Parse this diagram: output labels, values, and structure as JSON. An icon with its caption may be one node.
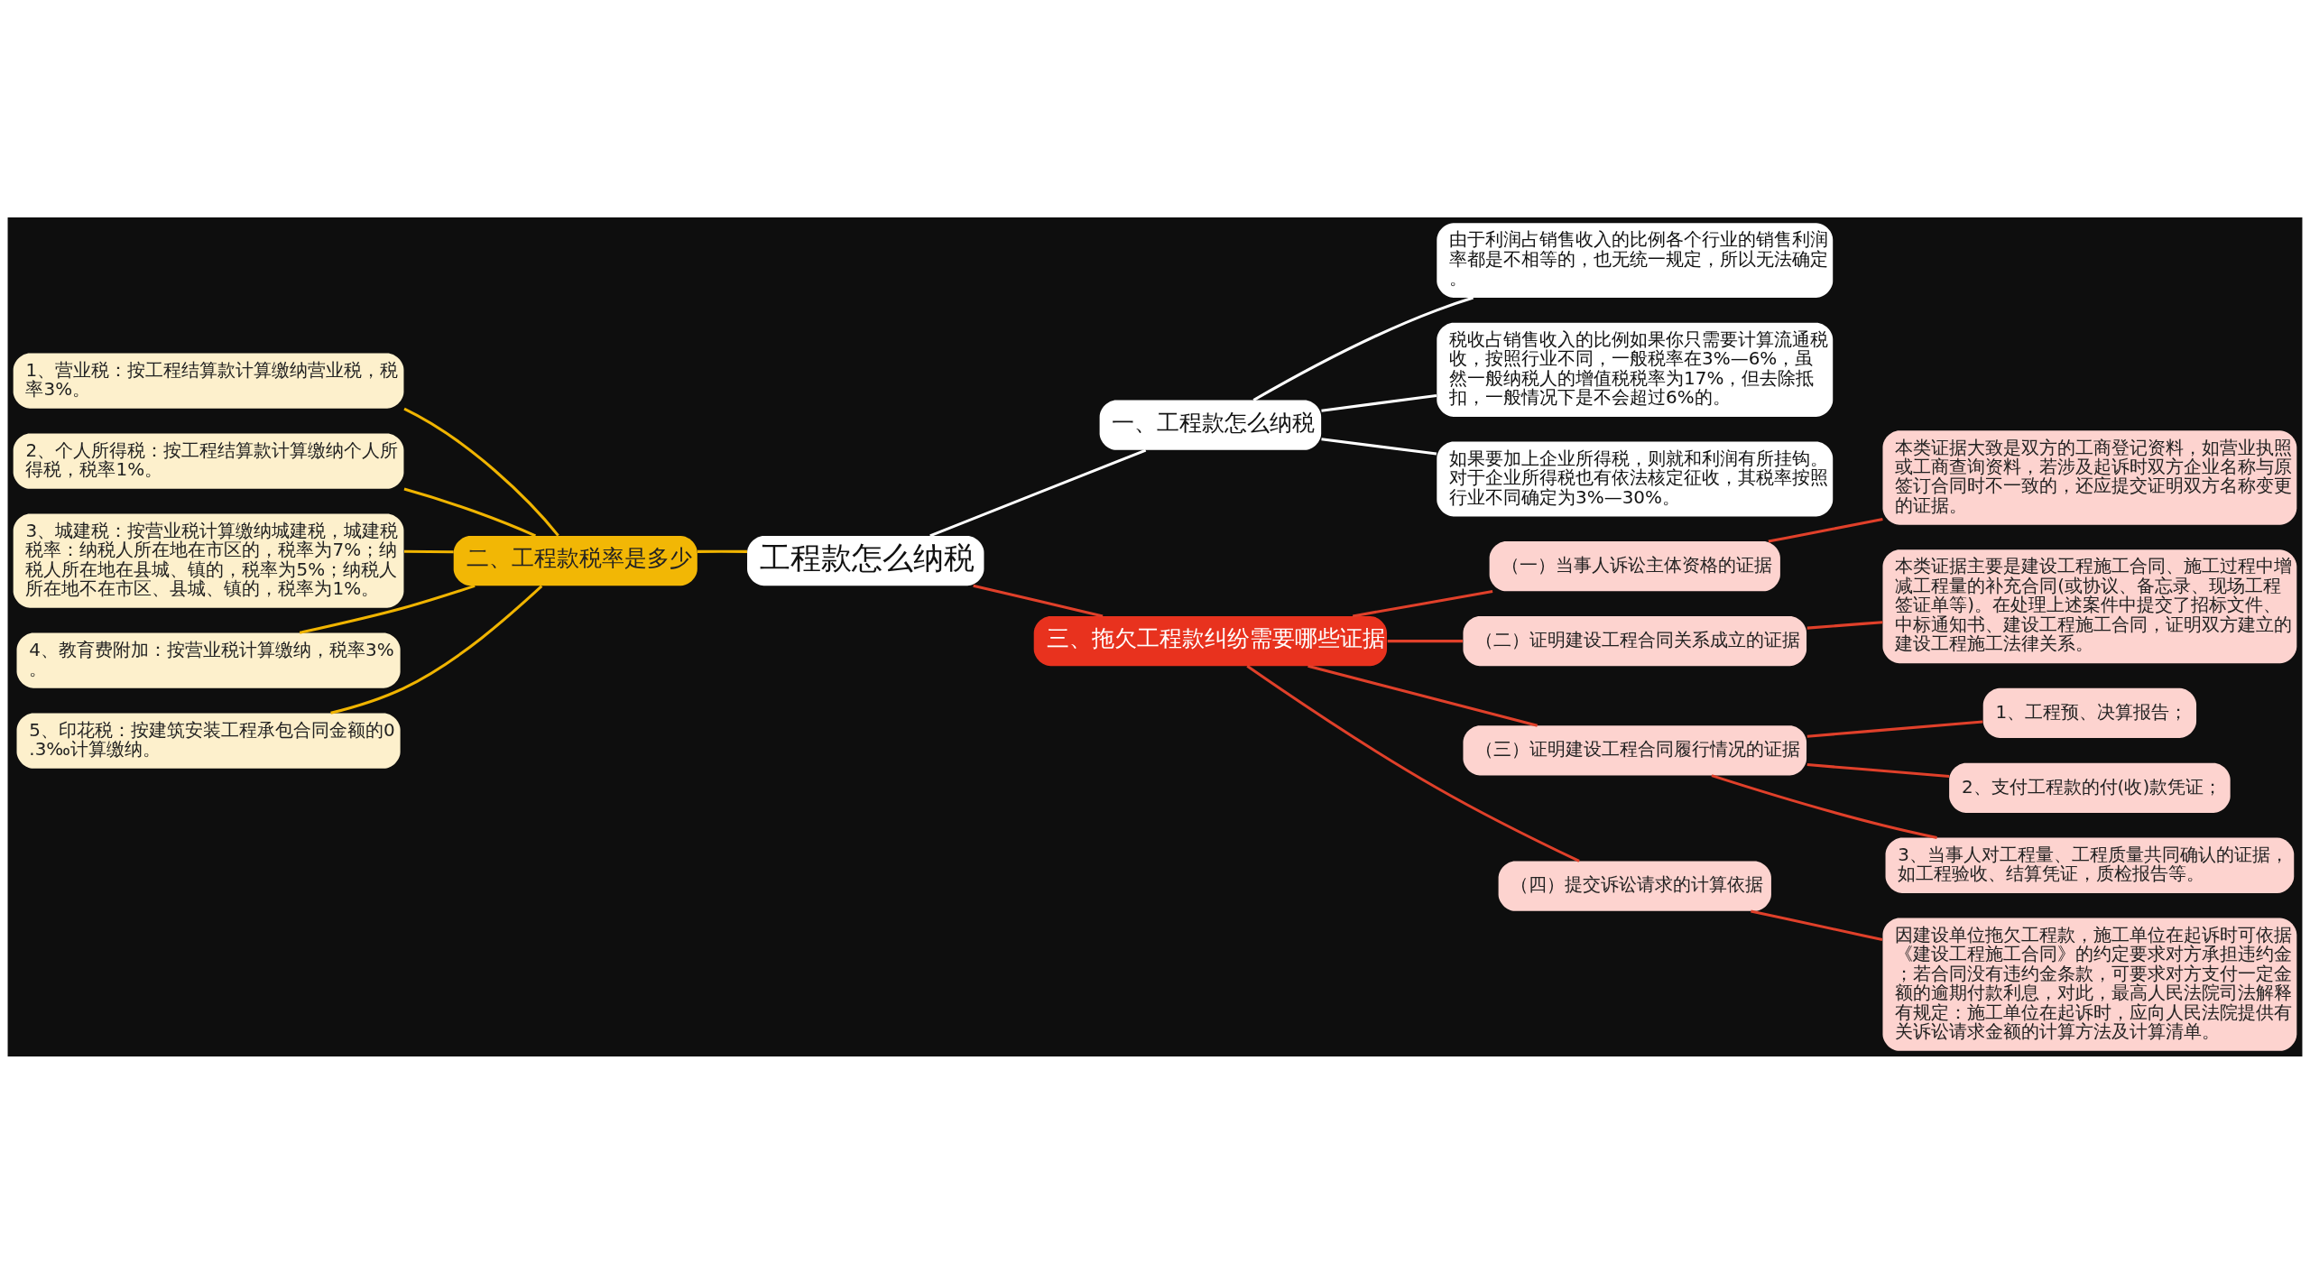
{
  "diagram": {
    "nodes": [
      {
        "text": [
          "工程款怎么纳税"
        ]
      },
      {
        "text": [
          "一、工程款怎么纳税"
        ]
      },
      {
        "text": [
          "由于利润占销售收入的比例各个行业的销售利润率都是不相等的，也无统一规定，所以无法确定。"
        ]
      },
      {
        "text": [
          "税收占销售收入的比例如果你只需要计算流通税收，按照行业不同，一般税率在3%—6%，虽然一般纳税人的增值税税率为17%，但去除抵扣，一般情况下是不会超过6%的。"
        ]
      },
      {
        "text": [
          "如果要加上企业所得税，则就和利润有所挂钩。对于企业所得税也有依法核定征收，其税率按照行业不同确定为3%—30%。"
        ]
      },
      {
        "text": [
          "二、工程款税率是多少"
        ]
      },
      {
        "text": [
          "1、营业税：按工程结算款计算缴纳营业税，税率3%。"
        ]
      },
      {
        "text": [
          "2、个人所得税：按工程结算款计算缴纳个人所得税，税率1%。"
        ]
      },
      {
        "text": [
          "3、城建税：按营业税计算缴纳城建税，城建税税率：纳税人所在地在市区的，税率为7%；纳税人所在地在县城、镇的，税率为5%；纳税人所在地不在市区、县城、镇的，税率为1%。"
        ]
      },
      {
        "text": [
          "4、教育费附加：按营业税计算缴纳，税率3%。"
        ]
      },
      {
        "text": [
          "5、印花税：按建筑安装工程承包合同金额的0.3‰计算缴纳。"
        ]
      },
      {
        "text": [
          "三、拖欠工程款纠纷需要哪些证据"
        ]
      },
      {
        "text": [
          "（一）当事人诉讼主体资格的证据"
        ]
      },
      {
        "text": [
          "本类证据大致是双方的工商登记资料，如营业执照或工商查询资料，若涉及起诉时双方企业名称与原签订合同时不一致的，还应提交证明双方名称变更的证据。"
        ]
      },
      {
        "text": [
          "（二）证明建设工程合同关系成立的证据"
        ]
      },
      {
        "text": [
          "本类证据主要是建设工程施工合同、施工过程中增减工程量的补充合同(或协议、备忘录、现场工程签证单等)。在处理上述案件中提交了招标文件、中标通知书、建设工程施工合同，证明双方建立的建设工程施工法律关系。"
        ]
      },
      {
        "text": [
          "（三）证明建设工程合同履行情况的证据"
        ]
      },
      {
        "text": [
          "1、工程预、决算报告；"
        ]
      },
      {
        "text": [
          "2、支付工程款的付(收)款凭证；"
        ]
      },
      {
        "text": [
          "3、当事人对工程量、工程质量共同确认的证据，如工程验收、结算凭证，质检报告等。"
        ]
      },
      {
        "text": [
          "（四）提交诉讼请求的计算依据"
        ]
      },
      {
        "text": [
          "因建设单位拖欠工程款，施工单位在起诉时可依据《建设工程施工合同》的约定要求对方承担违约金；若合同没有违约金条款，可要求对方支付一定金额的逾期付款利息，对此，最高人民法院司法解释有规定：施工单位在起诉时，应向人民法院提供有关诉讼请求金额的计算方法及计算清单。"
        ]
      }
    ],
    "edges": [
      {
        "from": 0,
        "to": 1,
        "arrow": "none",
        "color": "#ffffff"
      },
      {
        "from": 1,
        "to": 2,
        "arrow": "none",
        "color": "#ffffff"
      },
      {
        "from": 1,
        "to": 3,
        "arrow": "none",
        "color": "#ffffff"
      },
      {
        "from": 1,
        "to": 4,
        "arrow": "none",
        "color": "#ffffff"
      },
      {
        "from": 0,
        "to": 5,
        "arrow": "none",
        "color": "#f0b400"
      },
      {
        "from": 5,
        "to": 6,
        "arrow": "none",
        "color": "#f0b400"
      },
      {
        "from": 5,
        "to": 7,
        "arrow": "none",
        "color": "#f0b400"
      },
      {
        "from": 5,
        "to": 8,
        "arrow": "none",
        "color": "#f0b400"
      },
      {
        "from": 5,
        "to": 9,
        "arrow": "none",
        "color": "#f0b400"
      },
      {
        "from": 5,
        "to": 10,
        "arrow": "none",
        "color": "#f0b400"
      },
      {
        "from": 0,
        "to": 11,
        "arrow": "none"
      },
      {
        "from": 11,
        "to": 12,
        "arrow": "none"
      },
      {
        "from": 12,
        "to": 13,
        "arrow": "none"
      },
      {
        "from": 11,
        "to": 14,
        "arrow": "none"
      },
      {
        "from": 14,
        "to": 15,
        "arrow": "none"
      },
      {
        "from": 11,
        "to": 16,
        "arrow": "none"
      },
      {
        "from": 16,
        "to": 17,
        "arrow": "none"
      },
      {
        "from": 16,
        "to": 18,
        "arrow": "none"
      },
      {
        "from": 16,
        "to": 19,
        "arrow": "none"
      },
      {
        "from": 11,
        "to": 20,
        "arrow": "none"
      },
      {
        "from": 20,
        "to": 21,
        "arrow": "none"
      }
    ]
  }
}
